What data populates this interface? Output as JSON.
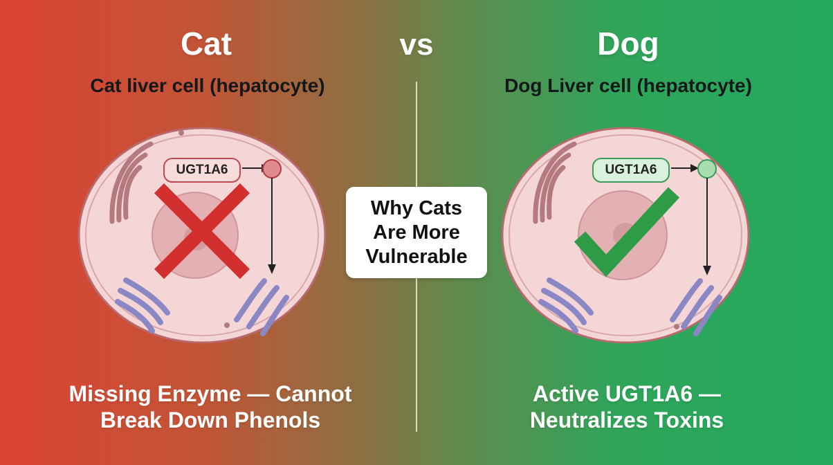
{
  "headings": {
    "left": "Cat",
    "center": "vs",
    "right": "Dog"
  },
  "cells": {
    "cat": {
      "title": "Cat liver cell (hepatocyte)",
      "enzyme": "UGT1A6",
      "status": "absent",
      "status_color": "#d32f2f",
      "caption_line1": "Missing Enzyme — Cannot",
      "caption_line2": "Break Down Phenols"
    },
    "dog": {
      "title": "Dog Liver cell (hepatocyte)",
      "enzyme": "UGT1A6",
      "status": "active",
      "status_color": "#2e9b46",
      "caption_line1": "Active UGT1A6 —",
      "caption_line2": "Neutralizes Toxins"
    }
  },
  "callout": {
    "line1": "Why Cats",
    "line2": "Are More",
    "line3": "Vulnerable"
  },
  "icons": [
    "red-x-icon",
    "green-check-icon"
  ]
}
